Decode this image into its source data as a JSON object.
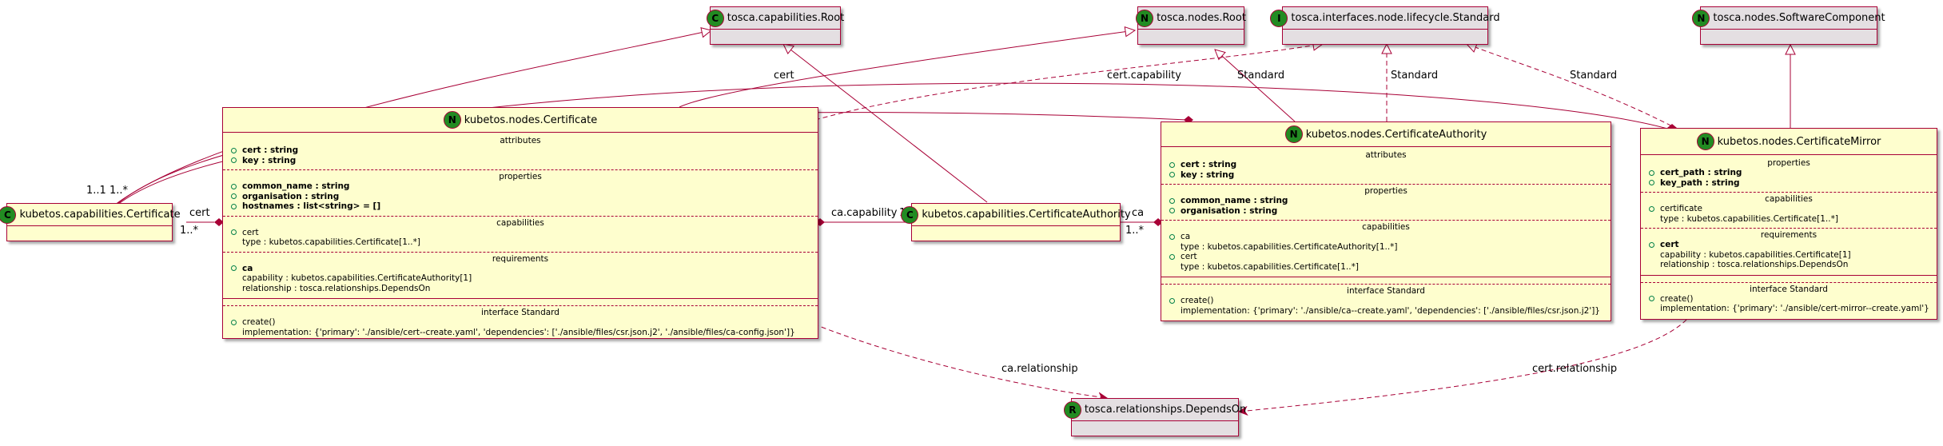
{
  "colors": {
    "border": "#a80036",
    "abstract_fill": "#e4dfe2",
    "class_fill": "#fefece",
    "badge_fill": "#228b22"
  },
  "abstract_classes": [
    {
      "badge": "C",
      "name": "tosca.capabilities.Root"
    },
    {
      "badge": "N",
      "name": "tosca.nodes.Root"
    },
    {
      "badge": "I",
      "name": "tosca.interfaces.node.lifecycle.Standard"
    },
    {
      "badge": "N",
      "name": "tosca.nodes.SoftwareComponent"
    },
    {
      "badge": "R",
      "name": "tosca.relationships.DependsOn"
    }
  ],
  "small_classes": [
    {
      "badge": "C",
      "name": "kubetos.capabilities.Certificate"
    },
    {
      "badge": "C",
      "name": "kubetos.capabilities.CertificateAuthority"
    }
  ],
  "certificate": {
    "badge": "N",
    "name": "kubetos.nodes.Certificate",
    "attributes_title": "attributes",
    "attributes": [
      "cert : string",
      "key : string"
    ],
    "properties_title": "properties",
    "properties": [
      "common_name : string",
      "organisation : string",
      "hostnames : list<string> = []"
    ],
    "capabilities_title": "capabilities",
    "capabilities": [
      "cert",
      "type : kubetos.capabilities.Certificate[1..*]"
    ],
    "requirements_title": "requirements",
    "requirements": [
      "ca",
      "capability : kubetos.capabilities.CertificateAuthority[1]",
      "relationship : tosca.relationships.DependsOn"
    ],
    "interface_title": "interface Standard",
    "interface": [
      "create()",
      "implementation: {'primary': './ansible/cert--create.yaml', 'dependencies': ['./ansible/files/csr.json.j2', './ansible/files/ca-config.json']}"
    ]
  },
  "certificate_authority": {
    "badge": "N",
    "name": "kubetos.nodes.CertificateAuthority",
    "attributes_title": "attributes",
    "attributes": [
      "cert : string",
      "key : string"
    ],
    "properties_title": "properties",
    "properties": [
      "common_name : string",
      "organisation : string"
    ],
    "capabilities_title": "capabilities",
    "capabilities": [
      "ca",
      "type : kubetos.capabilities.CertificateAuthority[1..*]",
      "cert",
      "type : kubetos.capabilities.Certificate[1..*]"
    ],
    "interface_title": "interface Standard",
    "interface": [
      "create()",
      "implementation: {'primary': './ansible/ca--create.yaml', 'dependencies': ['./ansible/files/csr.json.j2']}"
    ]
  },
  "certificate_mirror": {
    "badge": "N",
    "name": "kubetos.nodes.CertificateMirror",
    "properties_title": "properties",
    "properties": [
      "cert_path : string",
      "key_path : string"
    ],
    "capabilities_title": "capabilities",
    "capabilities": [
      "certificate",
      "type : kubetos.capabilities.Certificate[1..*]"
    ],
    "requirements_title": "requirements",
    "requirements": [
      "cert",
      "capability : kubetos.capabilities.Certificate[1]",
      "relationship : tosca.relationships.DependsOn"
    ],
    "interface_title": "interface Standard",
    "interface": [
      "create()",
      "implementation: {'primary': './ansible/cert-mirror--create.yaml'}"
    ]
  },
  "edge_labels": {
    "cert_left": "cert",
    "mult_1n_left": "1..*",
    "mult_top_left": "1..1 1..*",
    "ca_capability": "ca.capability",
    "mult_1": "1",
    "ca": "ca",
    "mult_1n_ca": "1..*",
    "cert_top": "cert",
    "cert_capability": "cert.capability",
    "standard_1": "Standard",
    "standard_2": "Standard",
    "standard_3": "Standard",
    "ca_relationship": "ca.relationship",
    "cert_relationship": "cert.relationship"
  }
}
